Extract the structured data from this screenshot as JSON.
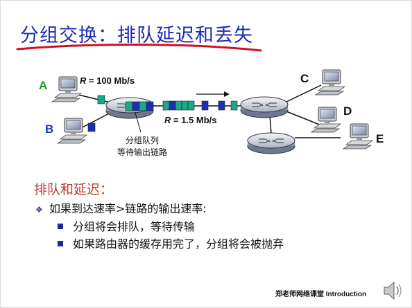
{
  "title": "分组交换：排队延迟和丢失",
  "diagram": {
    "host_a": "A",
    "host_b": "B",
    "host_c": "C",
    "host_d": "D",
    "host_e": "E",
    "rate_ab_prefix": "R",
    "rate_ab_value": " = 100 Mb/s",
    "rate_link_prefix": "R",
    "rate_link_value": " = 1.5 Mb/s",
    "queue_label_line1": "分组队列",
    "queue_label_line2": "等待输出链路"
  },
  "section": {
    "heading": "排队和延迟：",
    "bullet1": "如果到达速率>链路的输出速率:",
    "sub1": "分组将会排队，等待传输",
    "sub2": "如果路由器的缓存用完了，分组将会被抛弃"
  },
  "footer": {
    "text": "郑老师网络课堂 Introduction"
  },
  "colors": {
    "title": "#1e2ab0",
    "underline": "#d01020",
    "section_heading": "#c0392b",
    "packet_teal": "#1aa88a",
    "packet_blue": "#1f2fb0",
    "label_green": "#1a9a1a",
    "label_blue": "#1a3ab8"
  }
}
